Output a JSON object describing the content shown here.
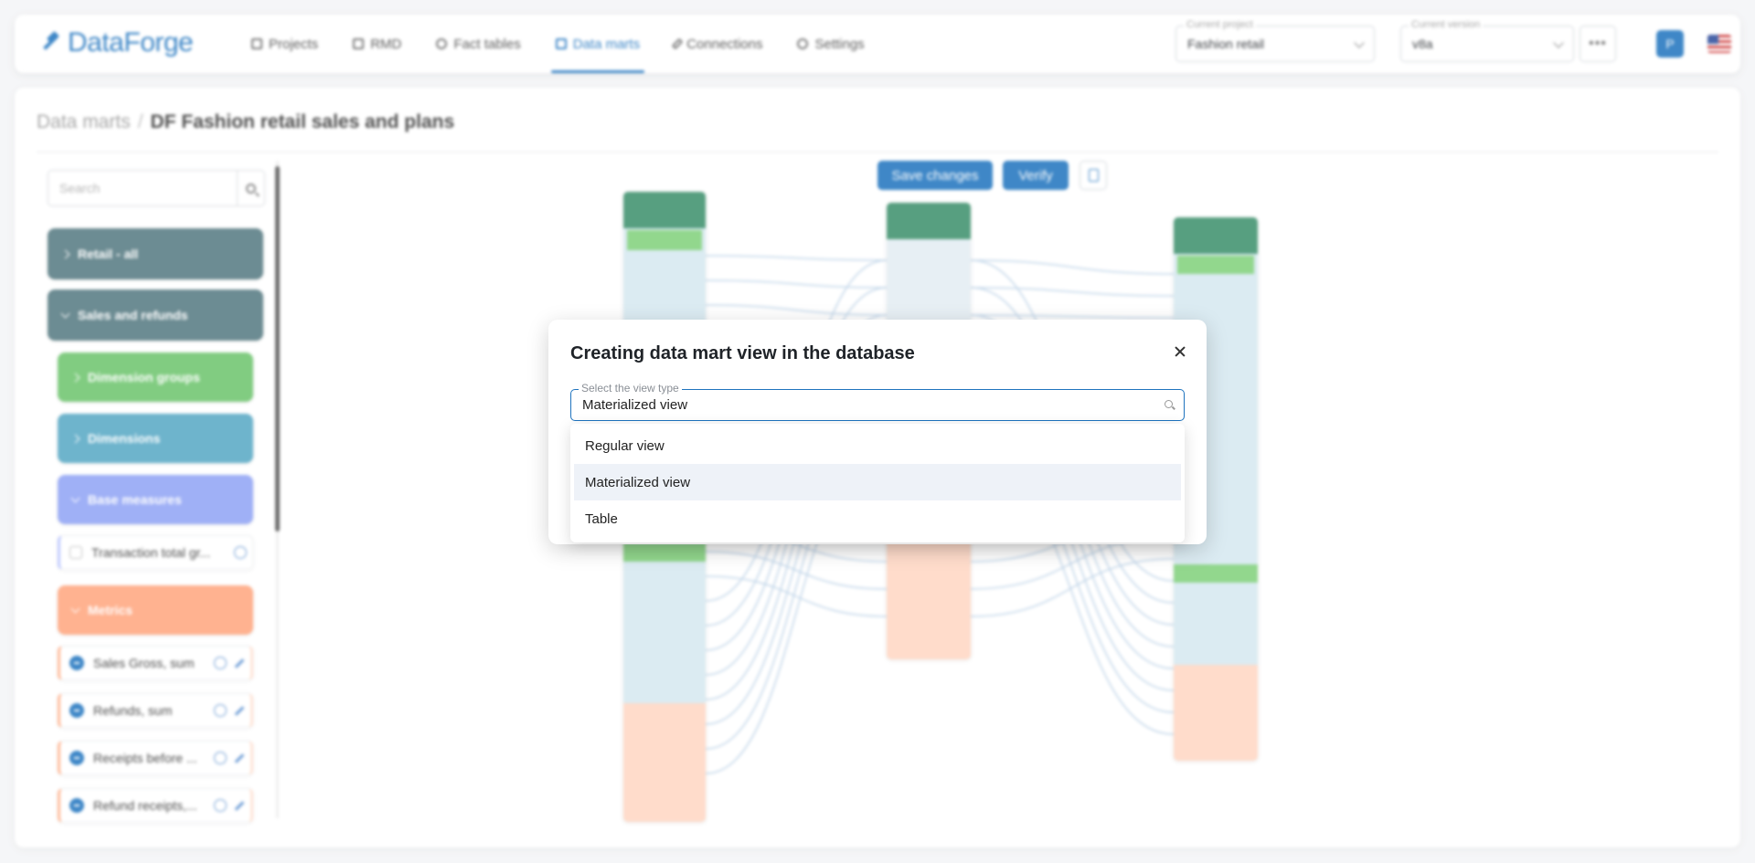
{
  "app": {
    "name": "DataForge"
  },
  "nav": {
    "items": [
      {
        "label": "Projects",
        "name": "nav-projects"
      },
      {
        "label": "RMD",
        "name": "nav-rmd"
      },
      {
        "label": "Fact tables",
        "name": "nav-fact-tables"
      },
      {
        "label": "Data marts",
        "name": "nav-data-marts"
      },
      {
        "label": "Connections",
        "name": "nav-connections"
      },
      {
        "label": "Settings",
        "name": "nav-settings"
      }
    ],
    "active_index": 3
  },
  "header": {
    "project_label": "Current project",
    "project_value": "Fashion retail",
    "version_label": "Current version",
    "version_value": "v8a",
    "more_label": "•••",
    "avatar_initial": "P"
  },
  "breadcrumb": {
    "parent": "Data marts",
    "separator": "/",
    "current": "DF Fashion retail sales and plans"
  },
  "sidebar": {
    "search_placeholder": "Search",
    "groups": [
      {
        "label": "Retail - all",
        "color": "#537880"
      },
      {
        "label": "Sales and refunds",
        "color": "#537880"
      },
      {
        "label": "Dimension groups",
        "color": "#6cc46c"
      },
      {
        "label": "Dimensions",
        "color": "#55a7c4"
      },
      {
        "label": "Base measures",
        "color": "#8fa3f5"
      },
      {
        "label": "Metrics",
        "color": "#ffa57d"
      }
    ],
    "base_items": [
      {
        "label": "Transaction total gr..."
      }
    ],
    "metric_items": [
      {
        "label": "Sales Gross, sum"
      },
      {
        "label": "Refunds, sum"
      },
      {
        "label": "Receipts before ..."
      },
      {
        "label": "Refund receipts,..."
      }
    ]
  },
  "toolbar": {
    "save_label": "Save changes",
    "verify_label": "Verify"
  },
  "dialog": {
    "title": "Creating data mart view in the database",
    "field_label": "Select the view type",
    "field_value": "Materialized view",
    "options": [
      "Regular view",
      "Materialized view",
      "Table"
    ],
    "selected_index": 1
  },
  "colors": {
    "primary": "#1e73be",
    "node_header": "#3a8f6a",
    "group_green": "#6cc46c",
    "dimension_blue": "#d5e8f0",
    "metric_orange": "#ffd6c2",
    "link": "#b9d0e6"
  }
}
